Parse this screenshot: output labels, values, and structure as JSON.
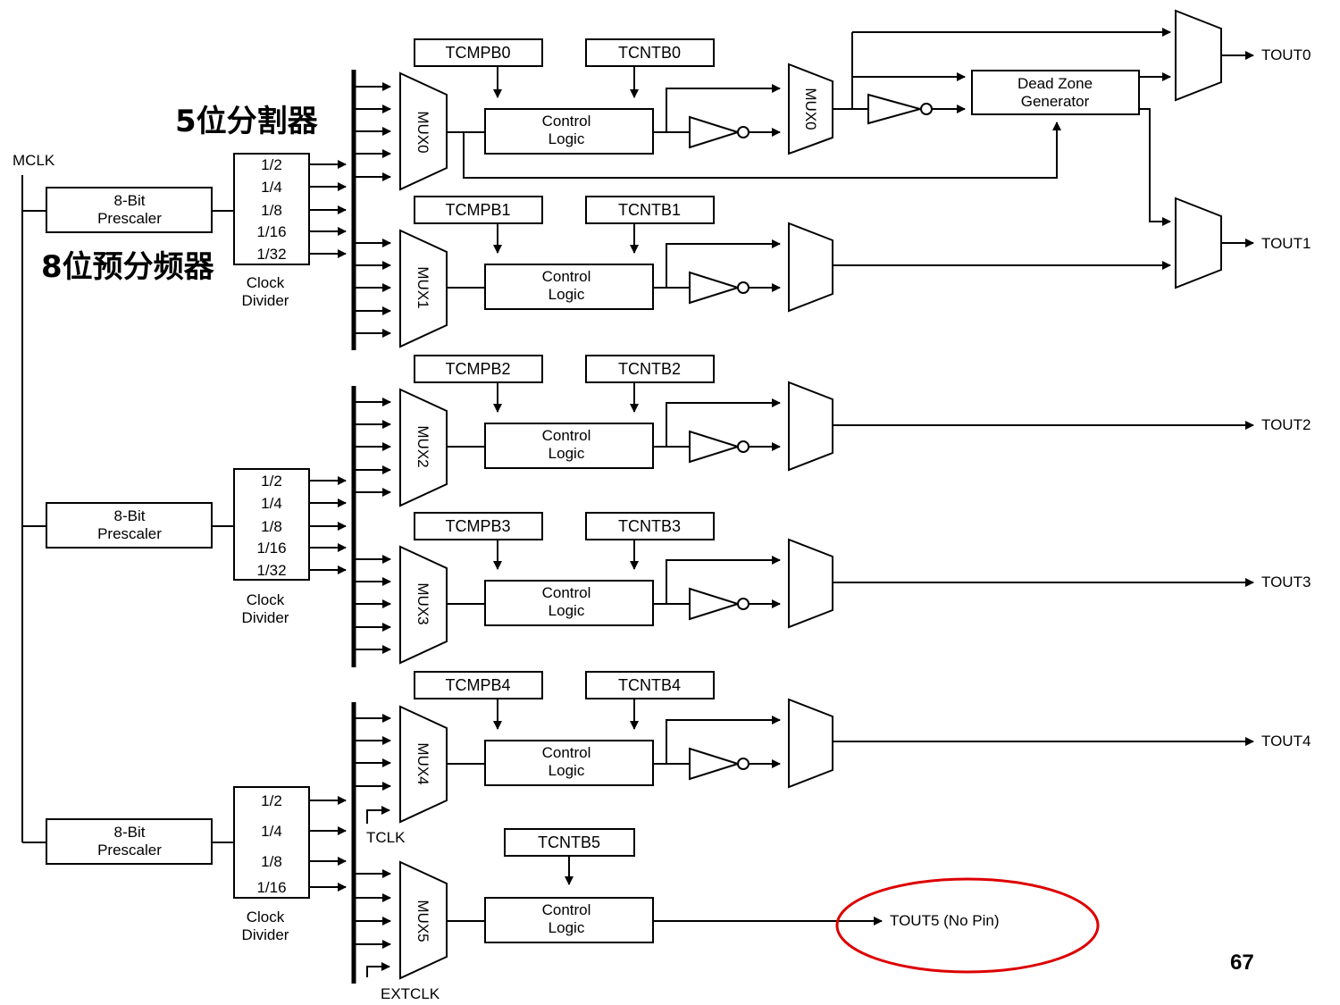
{
  "annotations": {
    "divider_5bit": "5位分割器",
    "prescaler_8bit": "8位预分频器"
  },
  "mclk_label": "MCLK",
  "prescaler_label_1": "8-Bit",
  "prescaler_label_2": "Prescaler",
  "clock_divider_label_1": "Clock",
  "clock_divider_label_2": "Divider",
  "dividers_a": [
    "1/2",
    "1/4",
    "1/8",
    "1/16",
    "1/32"
  ],
  "dividers_b": [
    "1/2",
    "1/4",
    "1/8",
    "1/16"
  ],
  "mux_labels": [
    "MUX0",
    "MUX1",
    "MUX2",
    "MUX3",
    "MUX4",
    "MUX5"
  ],
  "tcmpb": [
    "TCMPB0",
    "TCMPB1",
    "TCMPB2",
    "TCMPB3",
    "TCMPB4"
  ],
  "tcntb": [
    "TCNTB0",
    "TCNTB1",
    "TCNTB2",
    "TCNTB3",
    "TCNTB4",
    "TCNTB5"
  ],
  "control_label_1": "Control",
  "control_label_2": "Logic",
  "dead_zone_1": "Dead Zone",
  "dead_zone_2": "Generator",
  "out_mux_label": "MUX0",
  "outputs": [
    "TOUT0",
    "TOUT1",
    "TOUT2",
    "TOUT3",
    "TOUT4",
    "TOUT5 (No Pin)"
  ],
  "tclk": "TCLK",
  "extclk": "EXTCLK",
  "page_number": "67",
  "highlight_color": "#dd0000"
}
